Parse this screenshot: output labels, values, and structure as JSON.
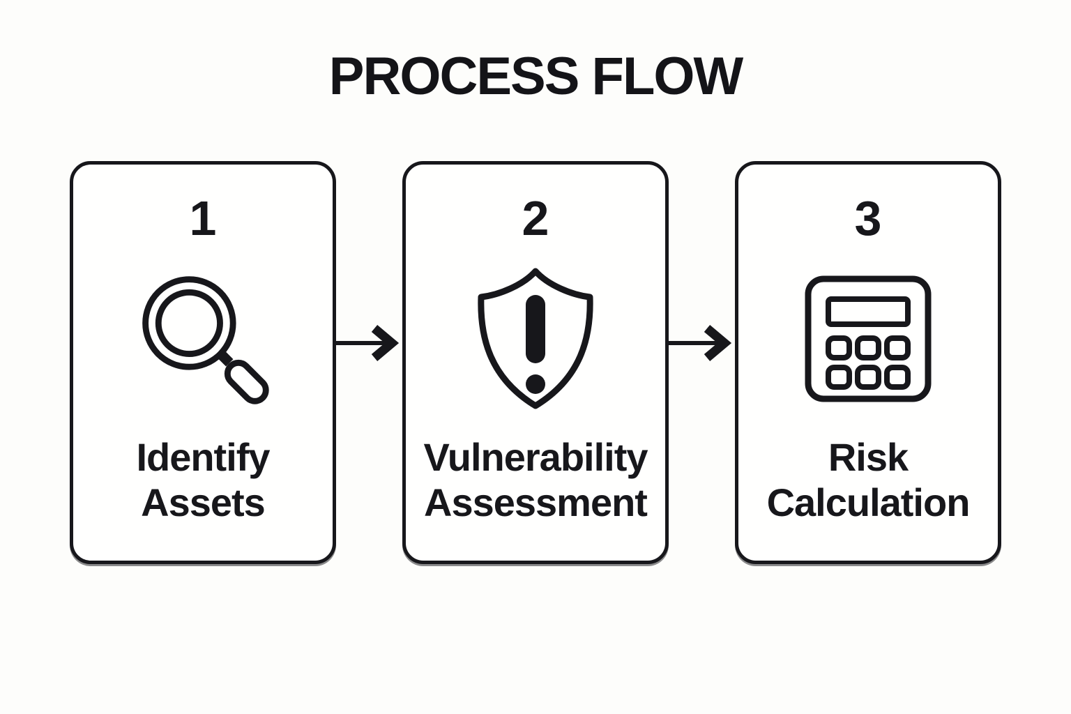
{
  "title": "PROCESS FLOW",
  "colors": {
    "background": "#FDFDFB",
    "card_background": "#FFFFFE",
    "ink": "#17171B"
  },
  "steps": [
    {
      "number": "1",
      "icon": "magnifier-icon",
      "label": [
        "Identify",
        "Assets"
      ]
    },
    {
      "number": "2",
      "icon": "shield-alert-icon",
      "label": [
        "Vulnerability",
        "Assessment"
      ]
    },
    {
      "number": "3",
      "icon": "calculator-icon",
      "label": [
        "Risk",
        "Calculation"
      ]
    }
  ],
  "connectors": [
    {
      "icon": "arrow-right-icon"
    },
    {
      "icon": "arrow-right-icon"
    }
  ]
}
